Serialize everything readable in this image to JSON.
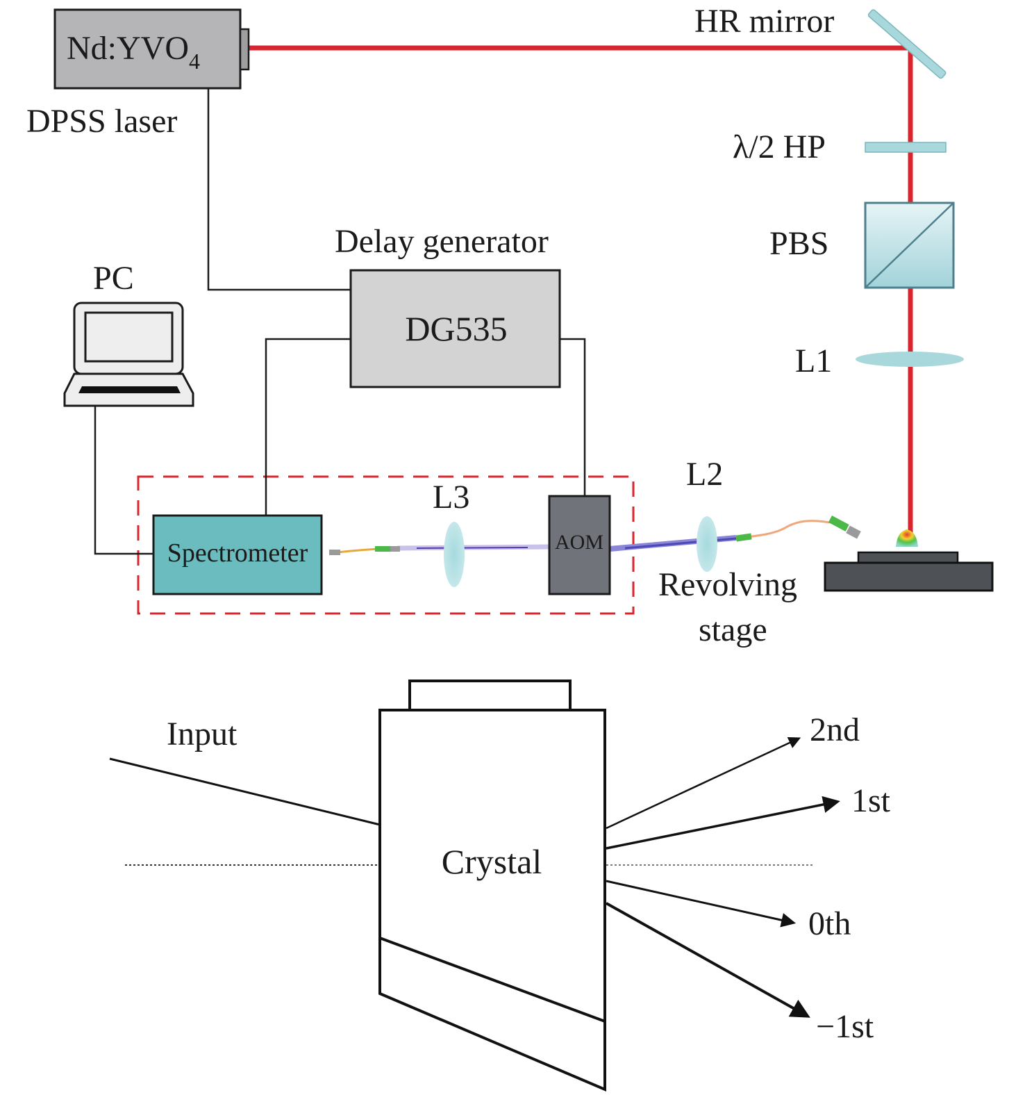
{
  "colors": {
    "laser_beam": "#d9252d",
    "optic_fill": "#a8d8dc",
    "optic_stroke": "#5a8e9a",
    "laser_box": "#b5b4b6",
    "delay_box": "#d3d3d3",
    "spectrometer": "#6bbcbf",
    "aom": "#71737a",
    "stage": "#4e5256",
    "dashed_region": "#d9252d",
    "first_order_label": "#d9252d"
  },
  "setup": {
    "laser_label_main": "Nd:YVO",
    "laser_label_sub": "4",
    "laser_caption": "DPSS laser",
    "hr_mirror": "HR mirror",
    "half_wave_plate": "λ/2 HP",
    "pbs": "PBS",
    "lens1": "L1",
    "lens2": "L2",
    "lens3": "L3",
    "delay_generator_caption": "Delay generator",
    "delay_generator_model": "DG535",
    "pc": "PC",
    "spectrometer": "Spectrometer",
    "aom": "AOM",
    "stage_line1": "Revolving",
    "stage_line2": "stage"
  },
  "aom_diagram": {
    "input": "Input",
    "crystal": "Crystal",
    "orders": [
      "2nd",
      "1st",
      "0th",
      "−1st"
    ]
  }
}
